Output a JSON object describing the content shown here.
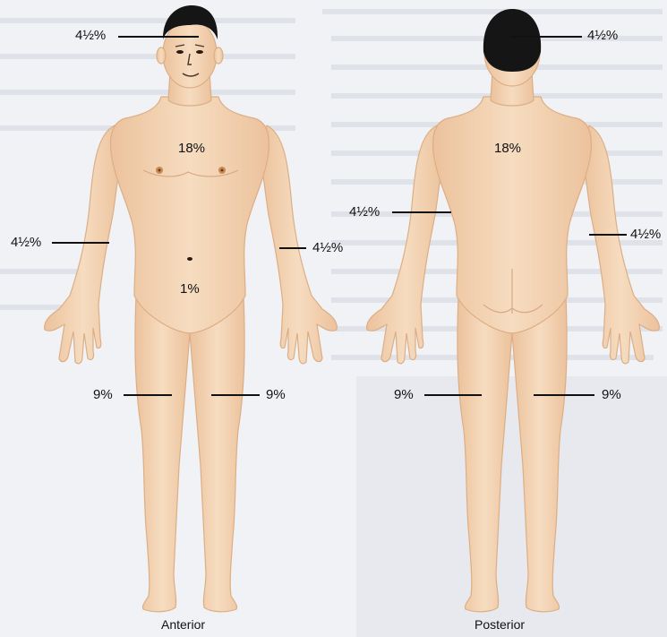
{
  "views": {
    "anterior": {
      "title": "Anterior",
      "head": "4½%",
      "trunk": "18%",
      "left_arm": "4½%",
      "right_arm": "4½%",
      "perineum": "1%",
      "left_leg": "9%",
      "right_leg": "9%"
    },
    "posterior": {
      "title": "Posterior",
      "head": "4½%",
      "trunk": "18%",
      "left_arm": "4½%",
      "right_arm": "4½%",
      "left_leg": "9%",
      "right_leg": "9%"
    }
  },
  "colors": {
    "skin": "#f2d2b0",
    "skin_shadow": "#e4b891",
    "hair": "#151515",
    "paper": "#f1f2f5",
    "faint_text": "#c9ccd3"
  }
}
